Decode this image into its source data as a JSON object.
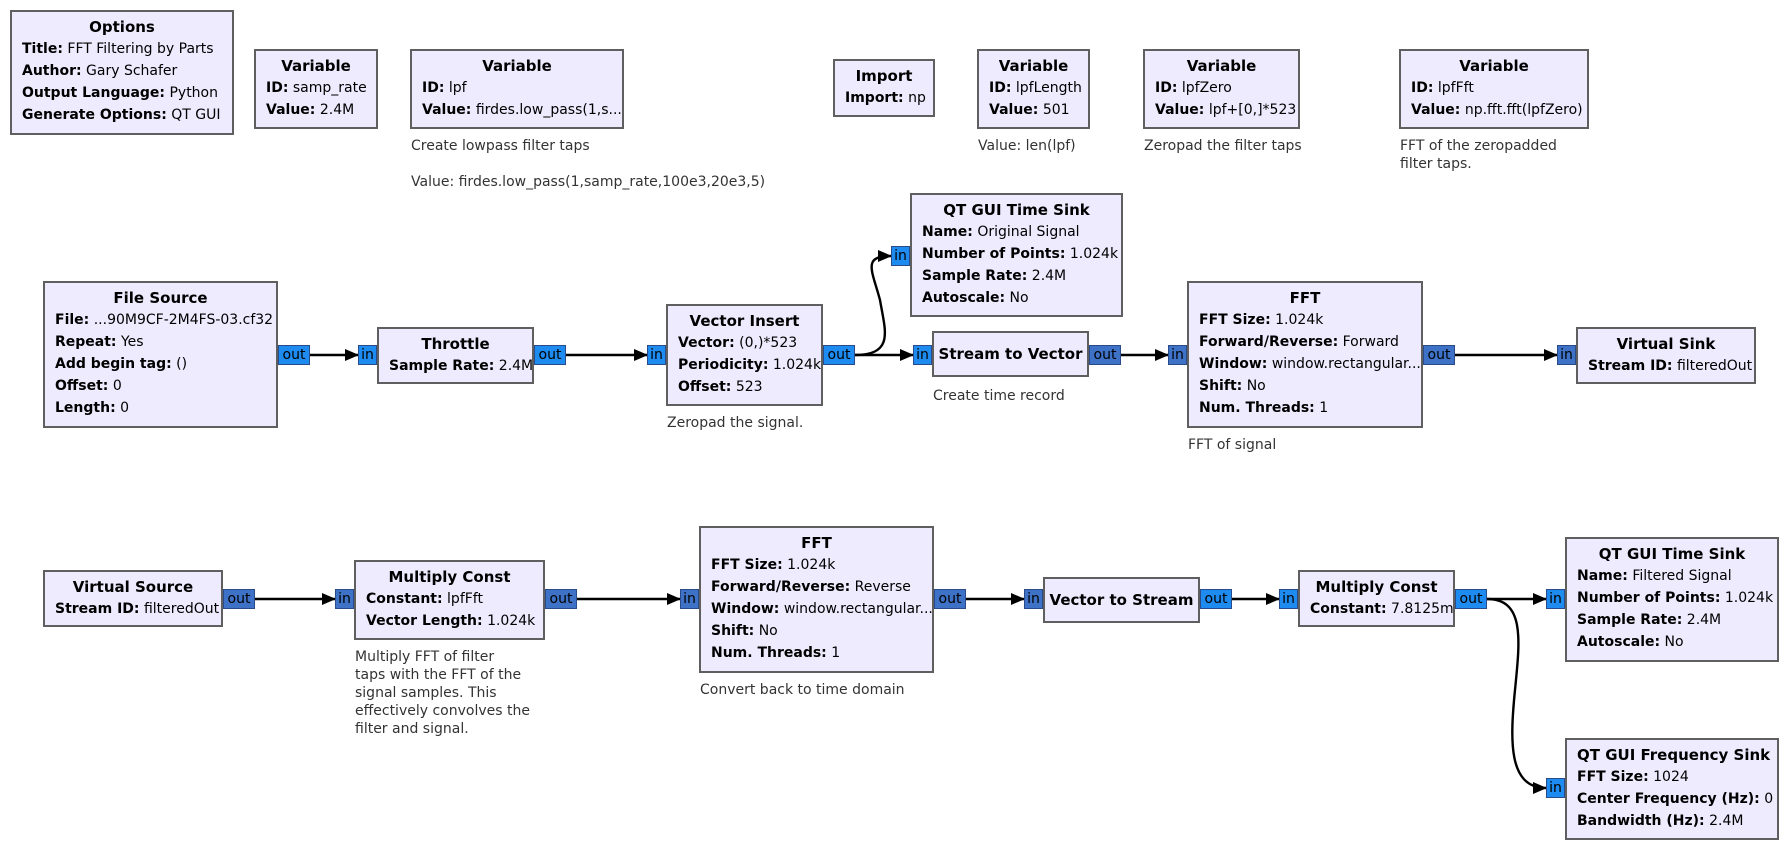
{
  "blocks": {
    "options": {
      "title": "Options",
      "rows": [
        {
          "k": "Title:",
          "v": "FFT Filtering by Parts"
        },
        {
          "k": "Author:",
          "v": "Gary Schafer"
        },
        {
          "k": "Output Language:",
          "v": "Python"
        },
        {
          "k": "Generate Options:",
          "v": "QT GUI"
        }
      ]
    },
    "var_samp_rate": {
      "title": "Variable",
      "rows": [
        {
          "k": "ID:",
          "v": "samp_rate"
        },
        {
          "k": "Value:",
          "v": "2.4M"
        }
      ]
    },
    "var_lpf": {
      "title": "Variable",
      "rows": [
        {
          "k": "ID:",
          "v": "lpf"
        },
        {
          "k": "Value:",
          "v": "firdes.low_pass(1,s..."
        }
      ]
    },
    "import": {
      "title": "Import",
      "rows": [
        {
          "k": "Import:",
          "v": "np"
        }
      ]
    },
    "var_lpflength": {
      "title": "Variable",
      "rows": [
        {
          "k": "ID:",
          "v": "lpfLength"
        },
        {
          "k": "Value:",
          "v": "501"
        }
      ]
    },
    "var_lpfzero": {
      "title": "Variable",
      "rows": [
        {
          "k": "ID:",
          "v": "lpfZero"
        },
        {
          "k": "Value:",
          "v": "lpf+[0,]*523"
        }
      ]
    },
    "var_lpffft": {
      "title": "Variable",
      "rows": [
        {
          "k": "ID:",
          "v": "lpfFft"
        },
        {
          "k": "Value:",
          "v": "np.fft.fft(lpfZero)"
        }
      ]
    },
    "file_source": {
      "title": "File Source",
      "rows": [
        {
          "k": "File:",
          "v": "...90M9CF-2M4FS-03.cf32"
        },
        {
          "k": "Repeat:",
          "v": "Yes"
        },
        {
          "k": "Add begin tag:",
          "v": "()"
        },
        {
          "k": "Offset:",
          "v": "0"
        },
        {
          "k": "Length:",
          "v": "0"
        }
      ]
    },
    "throttle": {
      "title": "Throttle",
      "rows": [
        {
          "k": "Sample Rate:",
          "v": "2.4M"
        }
      ]
    },
    "vector_insert": {
      "title": "Vector Insert",
      "rows": [
        {
          "k": "Vector:",
          "v": "(0,)*523"
        },
        {
          "k": "Periodicity:",
          "v": "1.024k"
        },
        {
          "k": "Offset:",
          "v": "523"
        }
      ]
    },
    "time_sink_orig": {
      "title": "QT GUI Time Sink",
      "rows": [
        {
          "k": "Name:",
          "v": "Original Signal"
        },
        {
          "k": "Number of Points:",
          "v": "1.024k"
        },
        {
          "k": "Sample Rate:",
          "v": "2.4M"
        },
        {
          "k": "Autoscale:",
          "v": "No"
        }
      ]
    },
    "stream_to_vector": {
      "title": "Stream to Vector",
      "rows": []
    },
    "fft_fwd": {
      "title": "FFT",
      "rows": [
        {
          "k": "FFT Size:",
          "v": "1.024k"
        },
        {
          "k": "Forward/Reverse:",
          "v": "Forward"
        },
        {
          "k": "Window:",
          "v": "window.rectangular..."
        },
        {
          "k": "Shift:",
          "v": "No"
        },
        {
          "k": "Num. Threads:",
          "v": "1"
        }
      ]
    },
    "virtual_sink": {
      "title": "Virtual Sink",
      "rows": [
        {
          "k": "Stream ID:",
          "v": "filteredOut"
        }
      ]
    },
    "virtual_source": {
      "title": "Virtual Source",
      "rows": [
        {
          "k": "Stream ID:",
          "v": "filteredOut"
        }
      ]
    },
    "mult_const_1": {
      "title": "Multiply Const",
      "rows": [
        {
          "k": "Constant:",
          "v": "lpfFft"
        },
        {
          "k": "Vector Length:",
          "v": "1.024k"
        }
      ]
    },
    "fft_rev": {
      "title": "FFT",
      "rows": [
        {
          "k": "FFT Size:",
          "v": "1.024k"
        },
        {
          "k": "Forward/Reverse:",
          "v": "Reverse"
        },
        {
          "k": "Window:",
          "v": "window.rectangular..."
        },
        {
          "k": "Shift:",
          "v": "No"
        },
        {
          "k": "Num. Threads:",
          "v": "1"
        }
      ]
    },
    "vector_to_stream": {
      "title": "Vector to Stream",
      "rows": []
    },
    "mult_const_2": {
      "title": "Multiply Const",
      "rows": [
        {
          "k": "Constant:",
          "v": "7.8125m"
        }
      ]
    },
    "time_sink_filt": {
      "title": "QT GUI Time Sink",
      "rows": [
        {
          "k": "Name:",
          "v": "Filtered Signal"
        },
        {
          "k": "Number of Points:",
          "v": "1.024k"
        },
        {
          "k": "Sample Rate:",
          "v": "2.4M"
        },
        {
          "k": "Autoscale:",
          "v": "No"
        }
      ]
    },
    "freq_sink": {
      "title": "QT GUI Frequency Sink",
      "rows": [
        {
          "k": "FFT Size:",
          "v": "1024"
        },
        {
          "k": "Center Frequency (Hz):",
          "v": "0"
        },
        {
          "k": "Bandwidth (Hz):",
          "v": "2.4M"
        }
      ]
    }
  },
  "ports": {
    "in": "in",
    "out": "out"
  },
  "notes": {
    "lpf_comment": "Create lowpass filter taps",
    "lpf_value": "Value: firdes.low_pass(1,samp_rate,100e3,20e3,5)",
    "lpflength_comment": "Value: len(lpf)",
    "lpfzero_comment": "Zeropad the filter taps",
    "lpffft_comment": "FFT of the zeropadded\nfilter taps.",
    "vector_insert_comment": "Zeropad the signal.",
    "stream_to_vector_comment": "Create time record",
    "fft_fwd_comment": "FFT of signal",
    "mult_const_comment": "Multiply FFT of filter\ntaps with the FFT of the\nsignal samples. This\neffectively convolves the\nfilter and signal.",
    "fft_rev_comment": "Convert back to time domain"
  },
  "colors": {
    "block_fill": "#eeebfe",
    "block_border": "#5f5f5f",
    "port_complex": "#1d8bf0",
    "port_vector": "#3d72c7",
    "wire": "#000000"
  }
}
